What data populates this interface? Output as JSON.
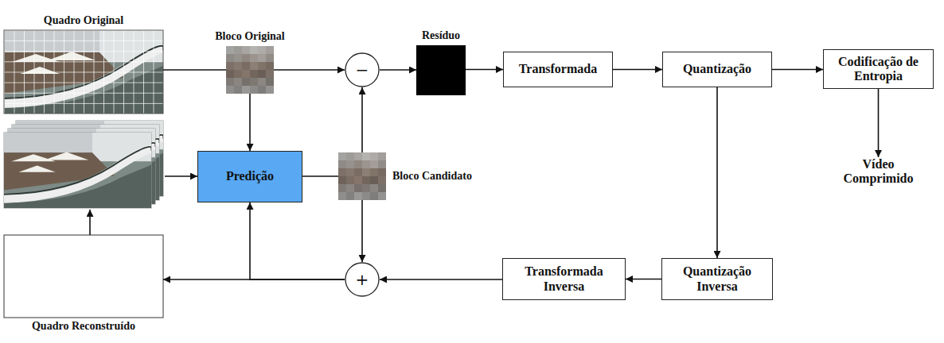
{
  "diagram": {
    "nodes": [
      {
        "text": [
          "Quadro Original"
        ]
      },
      {
        "text": [
          "Bloco Original"
        ]
      },
      {
        "text": [
          "−"
        ]
      },
      {
        "text": [
          "Resíduo"
        ]
      },
      {
        "text": [
          "Transformada"
        ]
      },
      {
        "text": [
          "Quantização"
        ]
      },
      {
        "text": [
          "Codificação de Entropia"
        ]
      },
      {
        "text": [
          "Predição"
        ]
      },
      {
        "text": [
          "Bloco Candidato"
        ]
      },
      {
        "text": [
          "Vídeo Comprimido"
        ]
      },
      {
        "text": [
          "+"
        ]
      },
      {
        "text": [
          "Transformada Inversa"
        ]
      },
      {
        "text": [
          "Quantização Inversa"
        ]
      },
      {
        "text": [
          "Quadro Reconstruído"
        ]
      }
    ],
    "edges": [
      {
        "from": 0,
        "to": 1,
        "arrow": "none"
      },
      {
        "from": 1,
        "to": 2,
        "arrow": "to"
      },
      {
        "from": 1,
        "to": 7,
        "arrow": "to"
      },
      {
        "from": 2,
        "to": 3,
        "arrow": "to"
      },
      {
        "from": 3,
        "to": 4,
        "arrow": "to"
      },
      {
        "from": 4,
        "to": 5,
        "arrow": "to"
      },
      {
        "from": 5,
        "to": 6,
        "arrow": "to"
      },
      {
        "from": 6,
        "to": 9,
        "arrow": "to"
      },
      {
        "from": 5,
        "to": 12,
        "arrow": "to"
      },
      {
        "from": 12,
        "to": 11,
        "arrow": "to"
      },
      {
        "from": 11,
        "to": 10,
        "arrow": "to"
      },
      {
        "from": 7,
        "to": 8,
        "arrow": "none"
      },
      {
        "from": 8,
        "to": 2,
        "arrow": "to"
      },
      {
        "from": 8,
        "to": 10,
        "arrow": "to"
      },
      {
        "from": 10,
        "to": 13,
        "arrow": "to"
      },
      {
        "from": 10,
        "to": 7,
        "arrow": "to"
      }
    ]
  }
}
